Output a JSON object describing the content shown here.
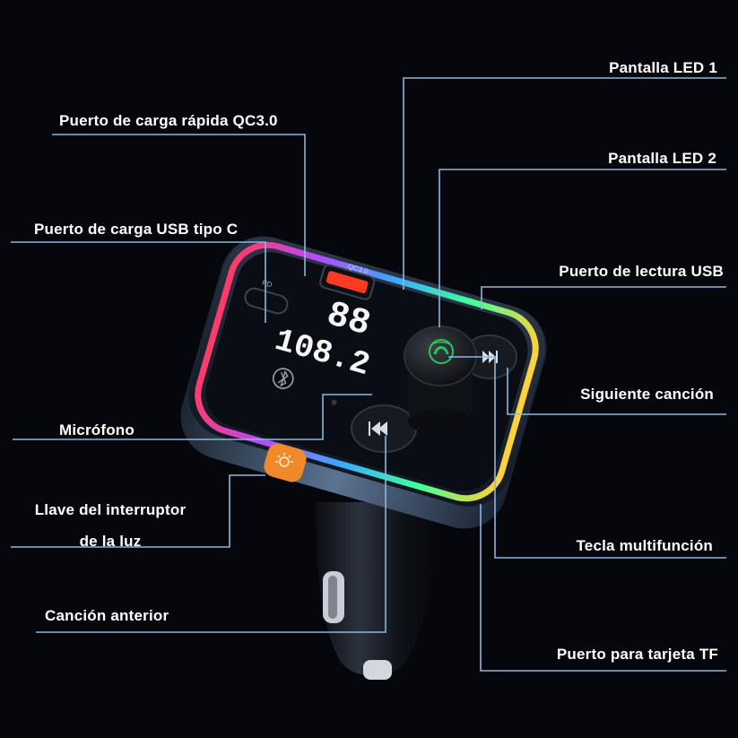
{
  "labels": {
    "pantalla_led_1": "Pantalla LED 1",
    "pantalla_led_2": "Pantalla LED 2",
    "puerto_qc3": "Puerto de carga rápida QC3.0",
    "puerto_usb_c": "Puerto de carga USB tipo C",
    "puerto_lectura_usb": "Puerto de lectura USB",
    "siguiente_cancion": "Siguiente canción",
    "microfono": "Micrófono",
    "llave_line1": "Llave del interruptor",
    "llave_line2": "de la luz",
    "tecla_multifuncion": "Tecla multifunción",
    "cancion_anterior": "Canción anterior",
    "puerto_tf": "Puerto para tarjeta TF"
  },
  "device": {
    "qc_port_text": "QC3.0",
    "pd_port_text": "PD",
    "display_top_digits": "88",
    "display_bottom_digits": "108.2",
    "icons": [
      "phone-icon",
      "next-track-icon",
      "previous-track-icon",
      "bluetooth-icon",
      "light-icon"
    ]
  },
  "colors": {
    "background": "#05070c",
    "leader_line": "#8fb6dc",
    "led_digits": "#f4f6fa",
    "knob_green": "#27c45a",
    "light_button": "#f0892a"
  }
}
